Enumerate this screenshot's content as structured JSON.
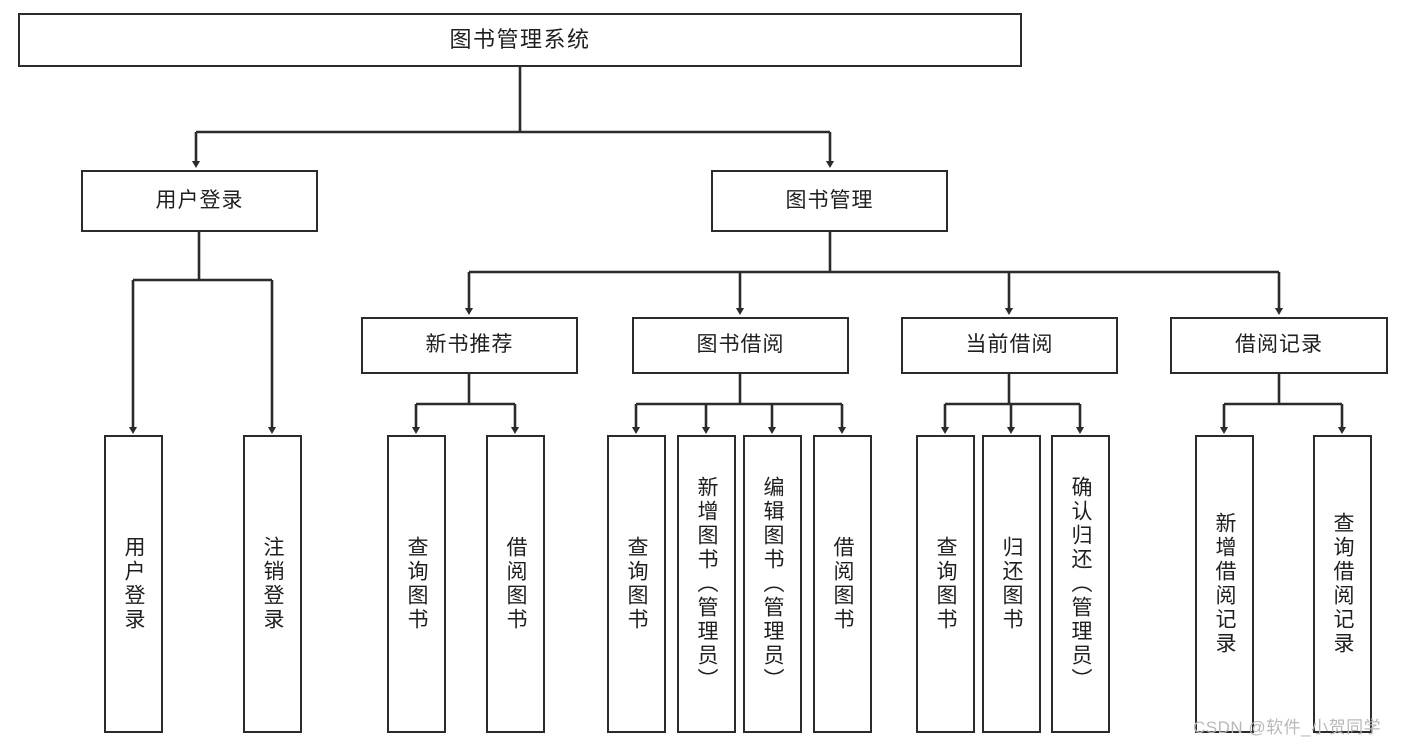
{
  "diagram": {
    "title": "图书管理系统",
    "type": "tree-hierarchy-chart",
    "orientation": "top-down",
    "line_color": "#2b2b2b",
    "box_fill": "#ffffff",
    "text_color": "#1f1f1f"
  },
  "nodes": {
    "root": {
      "label": "图书管理系统"
    },
    "level2": [
      {
        "label": "用户登录"
      },
      {
        "label": "图书管理"
      }
    ],
    "level3": [
      {
        "label": "新书推荐"
      },
      {
        "label": "图书借阅"
      },
      {
        "label": "当前借阅"
      },
      {
        "label": "借阅记录"
      }
    ],
    "leaves_user_login": [
      {
        "label": "用户登录"
      },
      {
        "label": "注销登录"
      }
    ],
    "leaves_new_book": [
      {
        "label": "查询图书"
      },
      {
        "label": "借阅图书"
      }
    ],
    "leaves_borrow": [
      {
        "label": "查询图书"
      },
      {
        "label": "新增图书（管理员）"
      },
      {
        "label": "编辑图书（管理员）"
      },
      {
        "label": "借阅图书"
      }
    ],
    "leaves_current": [
      {
        "label": "查询图书"
      },
      {
        "label": "归还图书"
      },
      {
        "label": "确认归还（管理员）"
      }
    ],
    "leaves_records": [
      {
        "label": "新增借阅记录"
      },
      {
        "label": "查询借阅记录"
      }
    ]
  },
  "watermark": {
    "text": "CSDN @软件_小贺同学"
  }
}
